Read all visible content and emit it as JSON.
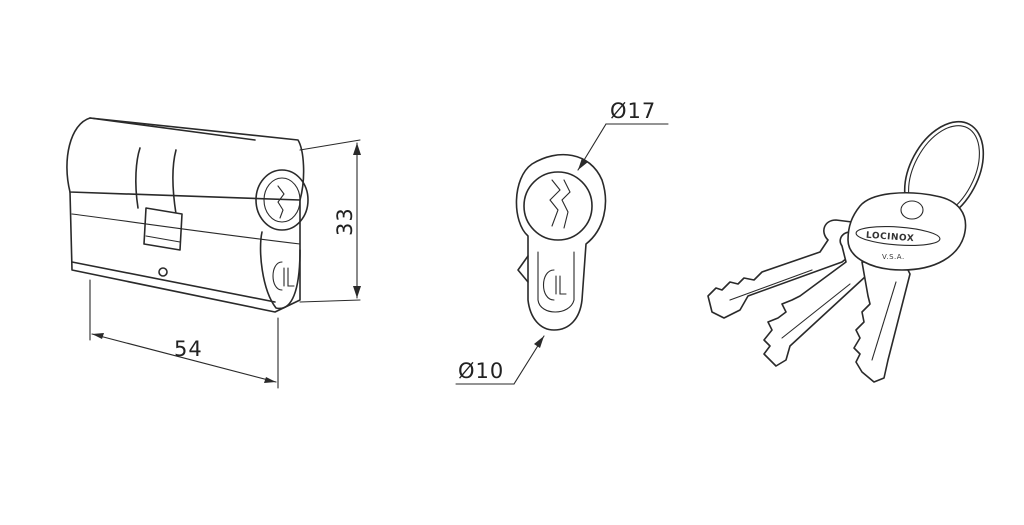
{
  "dimensions": {
    "length": "54",
    "height": "33",
    "outer_diameter": "Ø17",
    "inner_diameter": "Ø10"
  },
  "key": {
    "brand": "LOCINOX",
    "origin": "V.S.A."
  },
  "colors": {
    "line": "#2a2a2a",
    "background": "#ffffff"
  }
}
